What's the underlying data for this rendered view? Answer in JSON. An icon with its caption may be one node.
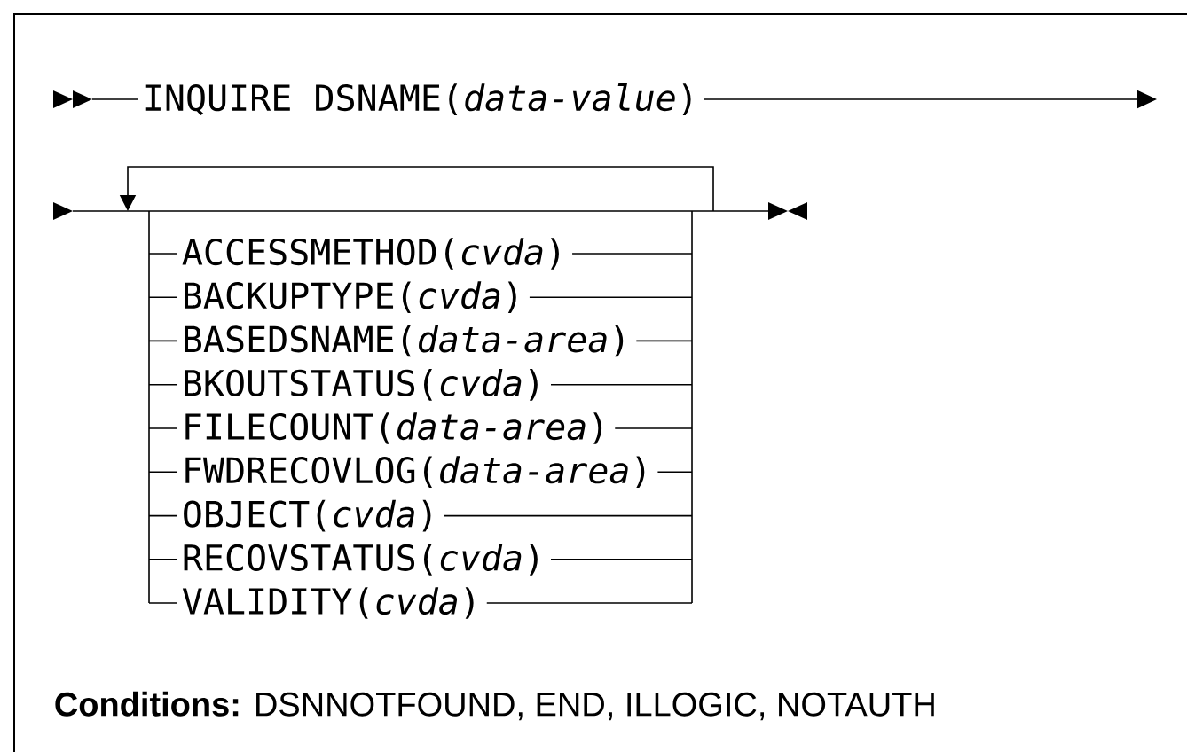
{
  "diagram": {
    "labels": [
      "INQUIRE DSNAME(*data-value*)",
      "ACCESSMETHOD(*cvda*)",
      "BACKUPTYPE(*cvda*)",
      "BASEDSNAME(*data-area*)",
      "BKOUTSTATUS(*cvda*)",
      "FILECOUNT(*data-area*)",
      "FWDRECOVLOG(*data-area*)",
      "OBJECT(*cvda*)",
      "RECOVSTATUS(*cvda*)",
      "VALIDITY(*cvda*)",
      "**Conditions:** DSNNOTFOUND, END, ILLOGIC, NOTAUTH"
    ]
  }
}
